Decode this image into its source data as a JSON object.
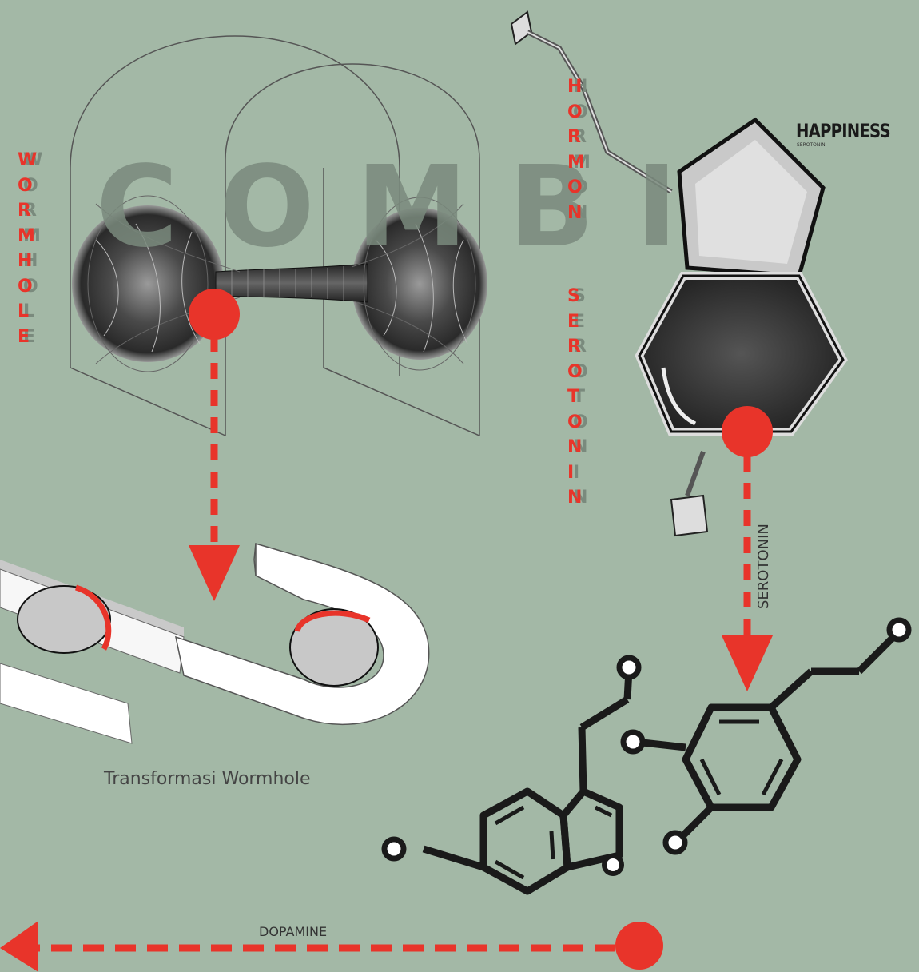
{
  "wormhole_letters": [
    "W",
    "O",
    "R",
    "M",
    "H",
    "O",
    "L",
    "E"
  ],
  "hormon_letters": [
    "H",
    "O",
    "R",
    "M",
    "O",
    "N"
  ],
  "serotonin_letters": [
    "S",
    "E",
    "R",
    "O",
    "T",
    "O",
    "N",
    "I",
    "N"
  ],
  "watermark_text": "COMBI",
  "happiness": {
    "title": "HAPPINESS",
    "subtitle": "SEROTONIN"
  },
  "labels": {
    "transformation_caption": "Transformasi Wormhole",
    "dopamine": "DOPAMINE",
    "serotonin": "SEROTONIN"
  },
  "colors": {
    "background": "#a3b8a6",
    "accent_red": "#e8342a",
    "shadow_letter": "#7a8a7d",
    "line": "#1a1a1a"
  }
}
